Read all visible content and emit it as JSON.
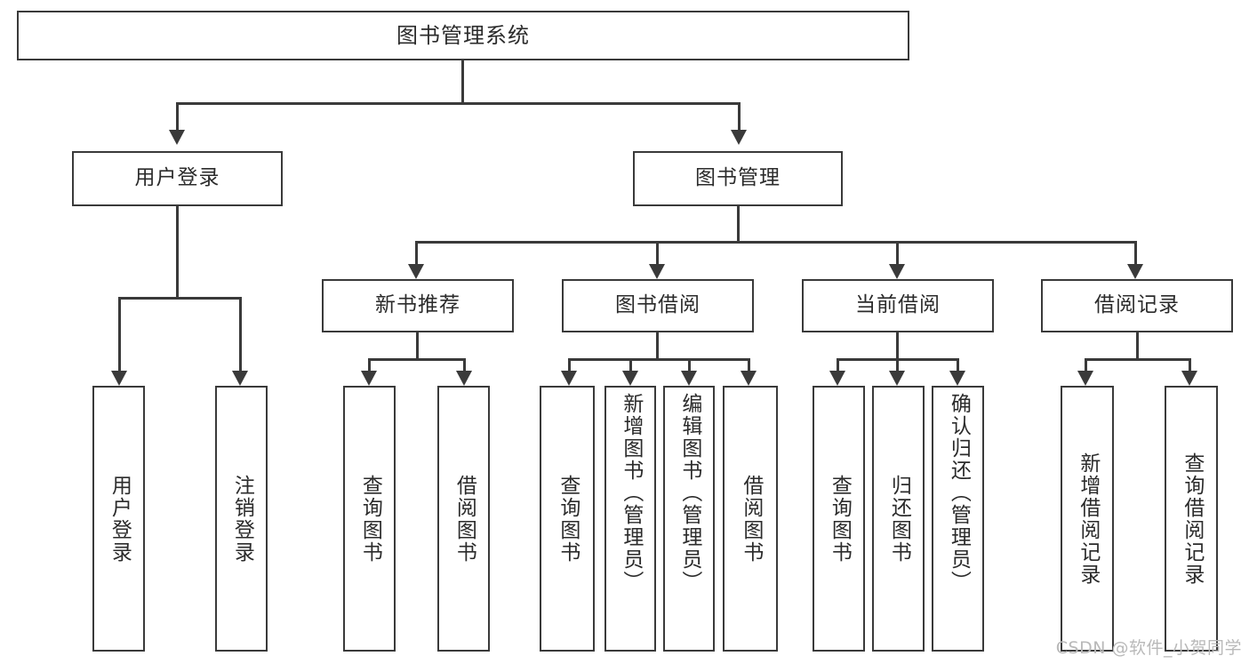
{
  "diagram": {
    "type": "tree",
    "title": "图书管理系统",
    "watermark": "CSDN @软件_小贺同学",
    "colors": {
      "stroke": "#3a3a3a",
      "fill": "#ffffff",
      "text": "#2b2b2b",
      "watermark": "#b9b9b9"
    },
    "root": {
      "label": "图书管理系统"
    },
    "level2": [
      {
        "id": "user-login",
        "label": "用户登录"
      },
      {
        "id": "book-manage",
        "label": "图书管理"
      }
    ],
    "level3": [
      {
        "id": "new-book-recommend",
        "label": "新书推荐",
        "parent": "book-manage"
      },
      {
        "id": "book-borrow",
        "label": "图书借阅",
        "parent": "book-manage"
      },
      {
        "id": "current-borrow",
        "label": "当前借阅",
        "parent": "book-manage"
      },
      {
        "id": "borrow-record",
        "label": "借阅记录",
        "parent": "book-manage"
      }
    ],
    "leaves": [
      {
        "id": "leaf-user-login",
        "label": "用户登录",
        "parent": "user-login"
      },
      {
        "id": "leaf-logout-login",
        "label": "注销登录",
        "parent": "user-login"
      },
      {
        "id": "leaf-query-book-1",
        "label": "查询图书",
        "parent": "new-book-recommend"
      },
      {
        "id": "leaf-borrow-book-1",
        "label": "借阅图书",
        "parent": "new-book-recommend"
      },
      {
        "id": "leaf-query-book-2",
        "label": "查询图书",
        "parent": "book-borrow"
      },
      {
        "id": "leaf-add-book",
        "label": "新增图书（管理员）",
        "parent": "book-borrow"
      },
      {
        "id": "leaf-edit-book",
        "label": "编辑图书（管理员）",
        "parent": "book-borrow"
      },
      {
        "id": "leaf-borrow-book-2",
        "label": "借阅图书",
        "parent": "book-borrow"
      },
      {
        "id": "leaf-query-book-3",
        "label": "查询图书",
        "parent": "current-borrow"
      },
      {
        "id": "leaf-return-book",
        "label": "归还图书",
        "parent": "current-borrow"
      },
      {
        "id": "leaf-confirm-return",
        "label": "确认归还（管理员）",
        "parent": "current-borrow"
      },
      {
        "id": "leaf-add-record",
        "label": "新增借阅记录",
        "parent": "borrow-record"
      },
      {
        "id": "leaf-query-record",
        "label": "查询借阅记录",
        "parent": "borrow-record"
      }
    ]
  }
}
